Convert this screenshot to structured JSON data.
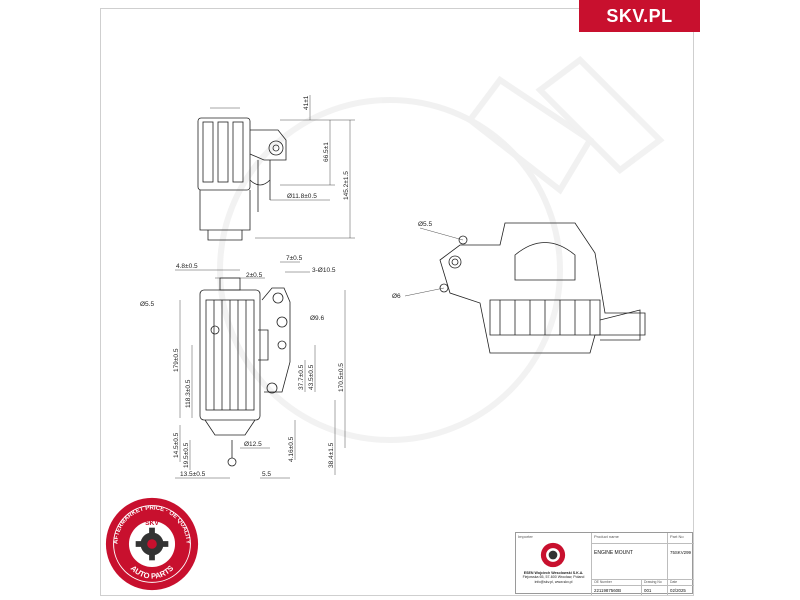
{
  "brand": {
    "logo_text": "SKV.PL",
    "color": "#c8102e"
  },
  "seal": {
    "ring_text_top": "AFTERMARKET PRICE · OE QUALITY",
    "ring_text_bottom": "AUTO PARTS",
    "center_text": "SKV",
    "color": "#c8102e"
  },
  "dimensions": {
    "top_view": [
      "41±1",
      "66.5±1",
      "145.2±1.5",
      "Ø11.8±0.5"
    ],
    "front_view": [
      "4.8±0.5",
      "2±0.5",
      "7±0.5",
      "3-Ø10.5",
      "Ø5.5",
      "Ø9.6",
      "179±0.5",
      "170.5±0.5",
      "118.3±0.5",
      "37.7±0.5",
      "43.5±0.5",
      "14.5±0.5",
      "19.5±0.5",
      "Ø12.5",
      "4.16±0.5",
      "38.4±1.5",
      "13.5±0.5",
      "5.5"
    ],
    "iso_view": [
      "Ø5.5",
      "Ø6"
    ]
  },
  "title_block": {
    "importer_label": "Importer",
    "company_lines": [
      "ESEN Wojciech Wesolowski S.K.A.",
      "Fiejowska 65, 57-600 Wrocław, Poland",
      "info@skv.pl, www.skv.pl"
    ],
    "product_name_label": "Product name",
    "product_name": "ENGINE MOUNT",
    "part_no_label": "Part No",
    "part_no": "75SKV299",
    "oe_no_label": "OE Number",
    "oe_no": "2211987560B",
    "drawing_no_label": "Drawing No",
    "drawing_no": "001",
    "date_label": "Date",
    "date": "02/2025"
  }
}
